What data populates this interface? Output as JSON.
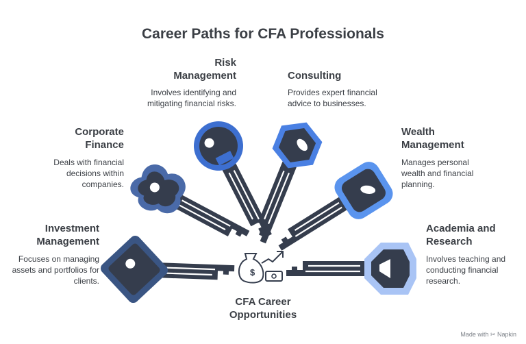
{
  "title": "Career Paths for CFA Professionals",
  "center": {
    "label_line1": "CFA Career",
    "label_line2": "Opportunities",
    "icon": "money-bag-growth-icon"
  },
  "paths": {
    "risk": {
      "title_line1": "Risk",
      "title_line2": "Management",
      "desc_line1": "Involves identifying and",
      "desc_line2": "mitigating financial risks."
    },
    "consulting": {
      "title_line1": "Consulting",
      "desc_line1": "Provides expert financial",
      "desc_line2": "advice to businesses."
    },
    "corporate": {
      "title_line1": "Corporate",
      "title_line2": "Finance",
      "desc_line1": "Deals with financial",
      "desc_line2": "decisions within",
      "desc_line3": "companies."
    },
    "wealth": {
      "title_line1": "Wealth",
      "title_line2": "Management",
      "desc_line1": "Manages personal",
      "desc_line2": "wealth and financial",
      "desc_line3": "planning."
    },
    "investment": {
      "title_line1": "Investment",
      "title_line2": "Management",
      "desc_line1": "Focuses on managing",
      "desc_line2": "assets and portfolios for",
      "desc_line3": "clients."
    },
    "academia": {
      "title_line1": "Academia and",
      "title_line2": "Research",
      "desc_line1": "Involves teaching and",
      "desc_line2": "conducting financial",
      "desc_line3": "research."
    }
  },
  "footer": {
    "made_with": "Made with",
    "brand": "Napkin"
  },
  "colors": {
    "key_dark": "#353d4d",
    "investment_outline": "#3a5583",
    "corporate_outline": "#4a6aa8",
    "risk_outline": "#3d6fd0",
    "consulting_outline": "#4a80e3",
    "wealth_outline": "#5a94ee",
    "academia_outline": "#a9c4f5"
  }
}
